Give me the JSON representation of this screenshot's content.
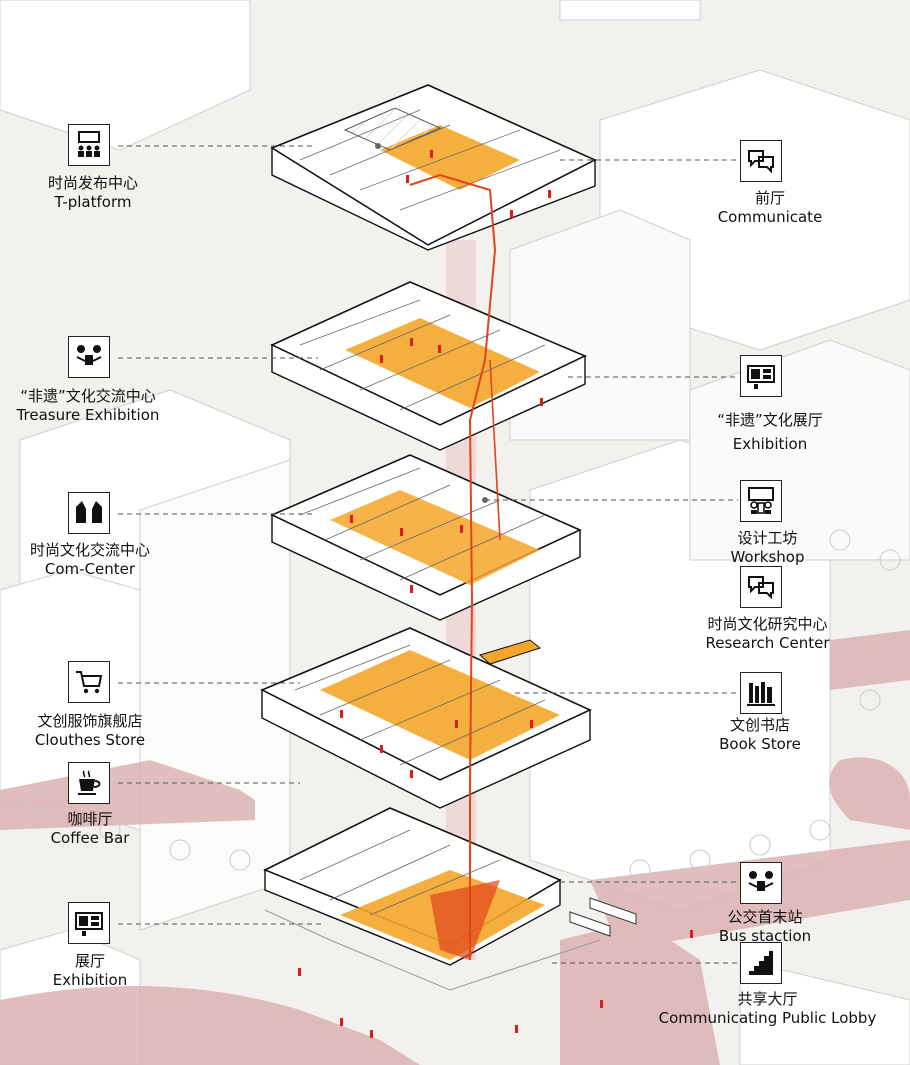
{
  "left_labels": [
    {
      "zh": "时尚发布中心",
      "en": "T-platform",
      "icon": "audience-presentation-icon"
    },
    {
      "zh": "“非遗”文化交流中心",
      "en": "Treasure Exhibition",
      "icon": "exchange-people-icon"
    },
    {
      "zh": "时尚文化交流中心",
      "en": "Com-Center",
      "icon": "faces-dialogue-icon"
    },
    {
      "zh": "文创服饰旗舰店",
      "en": "Clouthes Store",
      "icon": "shopping-cart-icon"
    },
    {
      "zh": "咖啡厅",
      "en": "Coffee Bar",
      "icon": "coffee-cup-icon"
    },
    {
      "zh": "展厅",
      "en": "Exhibition",
      "icon": "exhibition-board-icon"
    }
  ],
  "right_labels": [
    {
      "zh": "前厅",
      "en": "Communicate",
      "icon": "speech-bubbles-icon"
    },
    {
      "zh": "“非遗”文化展厅",
      "en": "Exhibition",
      "icon": "exhibition-board-icon"
    },
    {
      "zh": "设计工坊",
      "en": "Workshop",
      "icon": "workshop-people-icon"
    },
    {
      "zh": "时尚文化研究中心",
      "en": "Research Center",
      "icon": "speech-bubbles-icon"
    },
    {
      "zh": "文创书店",
      "en": "Book Store",
      "icon": "books-icon"
    },
    {
      "zh": "公交首末站",
      "en": "Bus staction",
      "icon": "exchange-people-icon"
    },
    {
      "zh": "共享大厅",
      "en": "Communicating Public Lobby",
      "icon": "stairs-icon"
    }
  ],
  "colors": {
    "floor_accent": "#f4a62a",
    "circulation": "#e0451b",
    "road": "#dcb3b3",
    "background": "#f2f1ee",
    "people": "#d81f1f"
  }
}
